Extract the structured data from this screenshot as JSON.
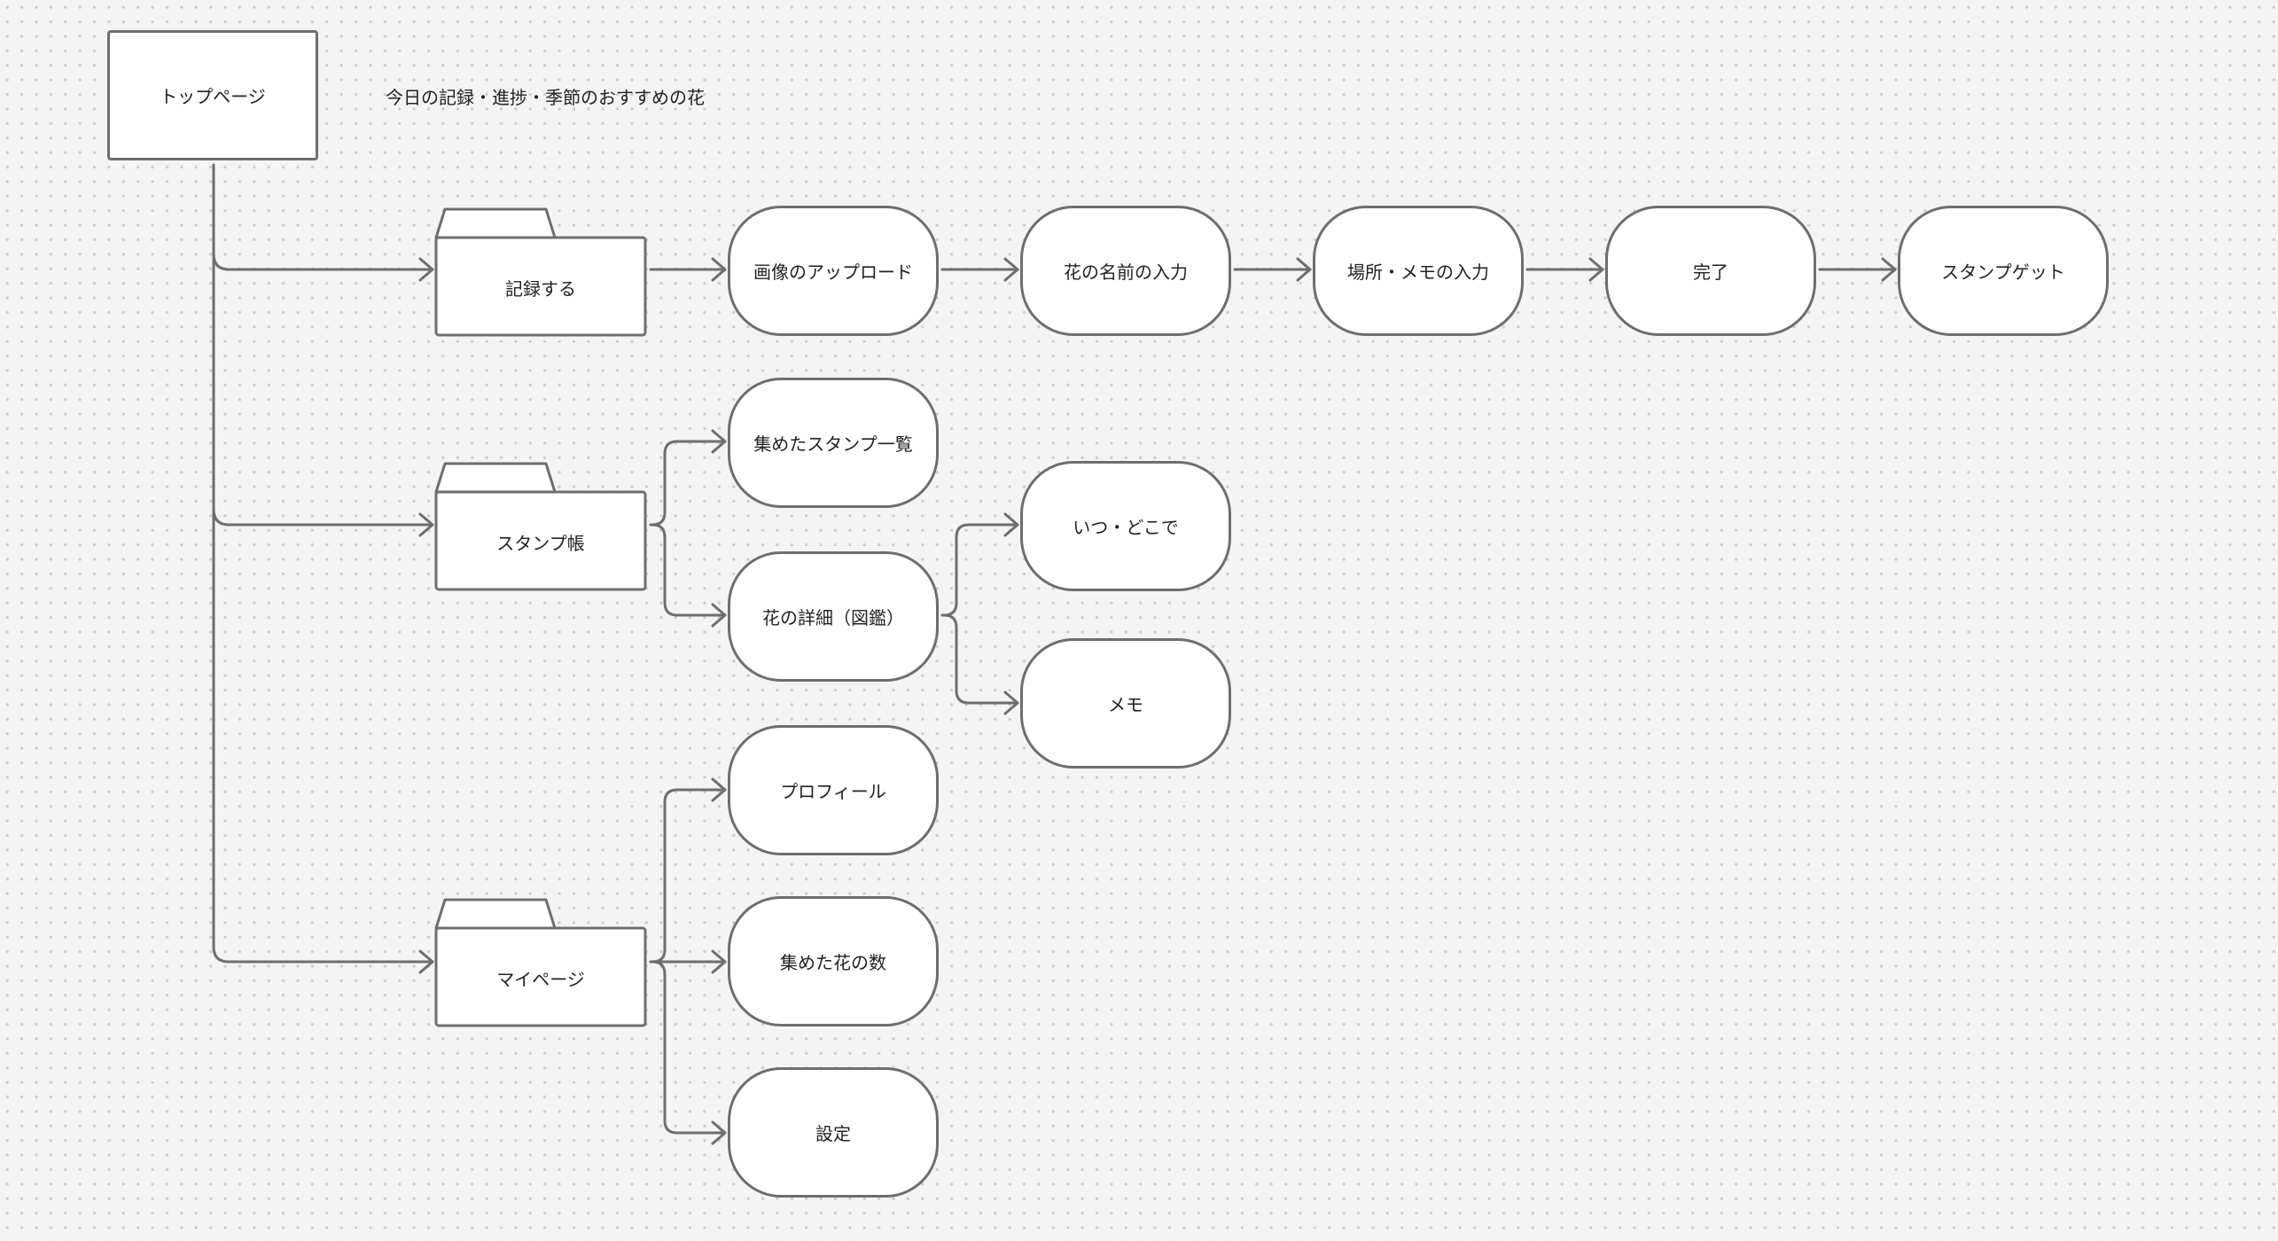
{
  "diagram": {
    "root": {
      "label": "トップページ",
      "note": "今日の記録・進捗・季節のおすすめの花"
    },
    "sections": [
      {
        "id": "record",
        "label": "記録する",
        "steps": [
          "画像のアップロード",
          "花の名前の入力",
          "場所・メモの入力",
          "完了",
          "スタンプゲット"
        ]
      },
      {
        "id": "stamp-book",
        "label": "スタンプ帳",
        "children": [
          {
            "label": "集めたスタンプ一覧"
          },
          {
            "label": "花の詳細（図鑑）",
            "children": [
              "いつ・どこで",
              "メモ"
            ]
          }
        ]
      },
      {
        "id": "mypage",
        "label": "マイページ",
        "children": [
          "プロフィール",
          "集めた花の数",
          "設定"
        ]
      }
    ],
    "colors": {
      "background": "#f4f4f4",
      "grid_dot": "#cdcdcd",
      "stroke": "#6e6e6e",
      "node_fill": "#ffffff",
      "text": "#222222"
    }
  }
}
